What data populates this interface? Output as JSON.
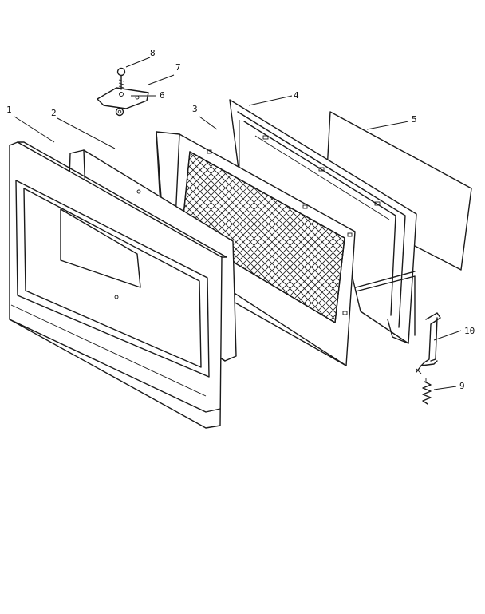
{
  "parts": [
    {
      "id": "1",
      "label": "1"
    },
    {
      "id": "2",
      "label": "2"
    },
    {
      "id": "3",
      "label": "3"
    },
    {
      "id": "4",
      "label": "4"
    },
    {
      "id": "5",
      "label": "5"
    },
    {
      "id": "6",
      "label": "6"
    },
    {
      "id": "7",
      "label": "7"
    },
    {
      "id": "8",
      "label": "8"
    },
    {
      "id": "9",
      "label": "9"
    },
    {
      "id": "10",
      "label": "10"
    }
  ]
}
